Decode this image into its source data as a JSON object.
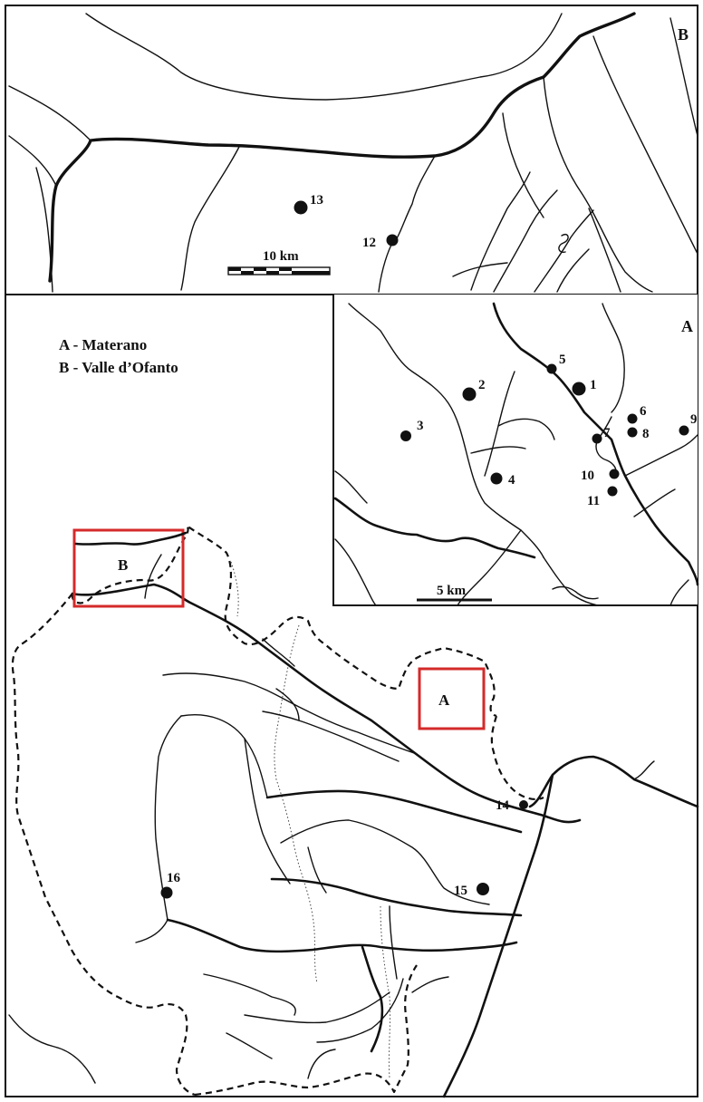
{
  "panels": {
    "panel_b": {
      "label": "B"
    },
    "panel_a": {
      "label": "A"
    }
  },
  "legend": {
    "entry_a": "A - Materano",
    "entry_b": "B - Valle d’Ofanto"
  },
  "scales": {
    "panel_b_scale": "10 km",
    "panel_a_scale": "5 km"
  },
  "map_boxes": {
    "box_b_label": "B",
    "box_a_label": "A"
  },
  "sites": [
    "1",
    "2",
    "3",
    "4",
    "5",
    "6",
    "7",
    "8",
    "9",
    "10",
    "11",
    "12",
    "13",
    "14",
    "15",
    "16"
  ],
  "colors": {
    "ink": "#111111",
    "highlight": "#d42a2a",
    "background": "#ffffff"
  }
}
